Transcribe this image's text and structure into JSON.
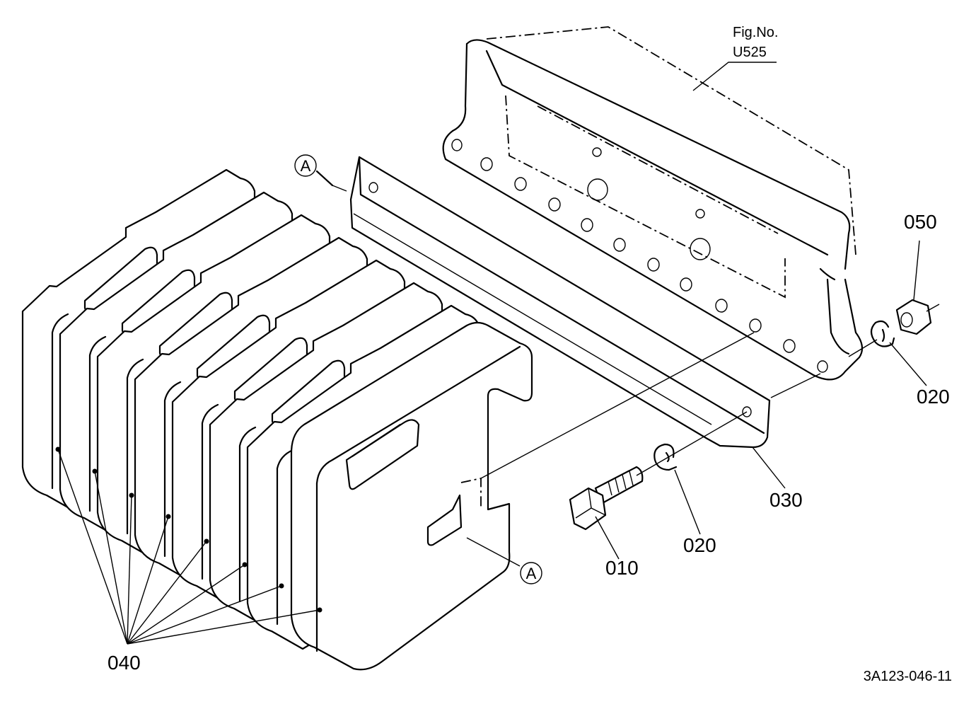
{
  "figure": {
    "ref_line1": "Fig.No.",
    "ref_line2": "U525",
    "drawing_code": "3A123-046-11"
  },
  "callouts": {
    "view_a_top": "A",
    "view_a_bottom": "A"
  },
  "parts": {
    "p010": "010",
    "p020_upper": "020",
    "p020_lower": "020",
    "p030": "030",
    "p040": "040",
    "p050": "050"
  }
}
